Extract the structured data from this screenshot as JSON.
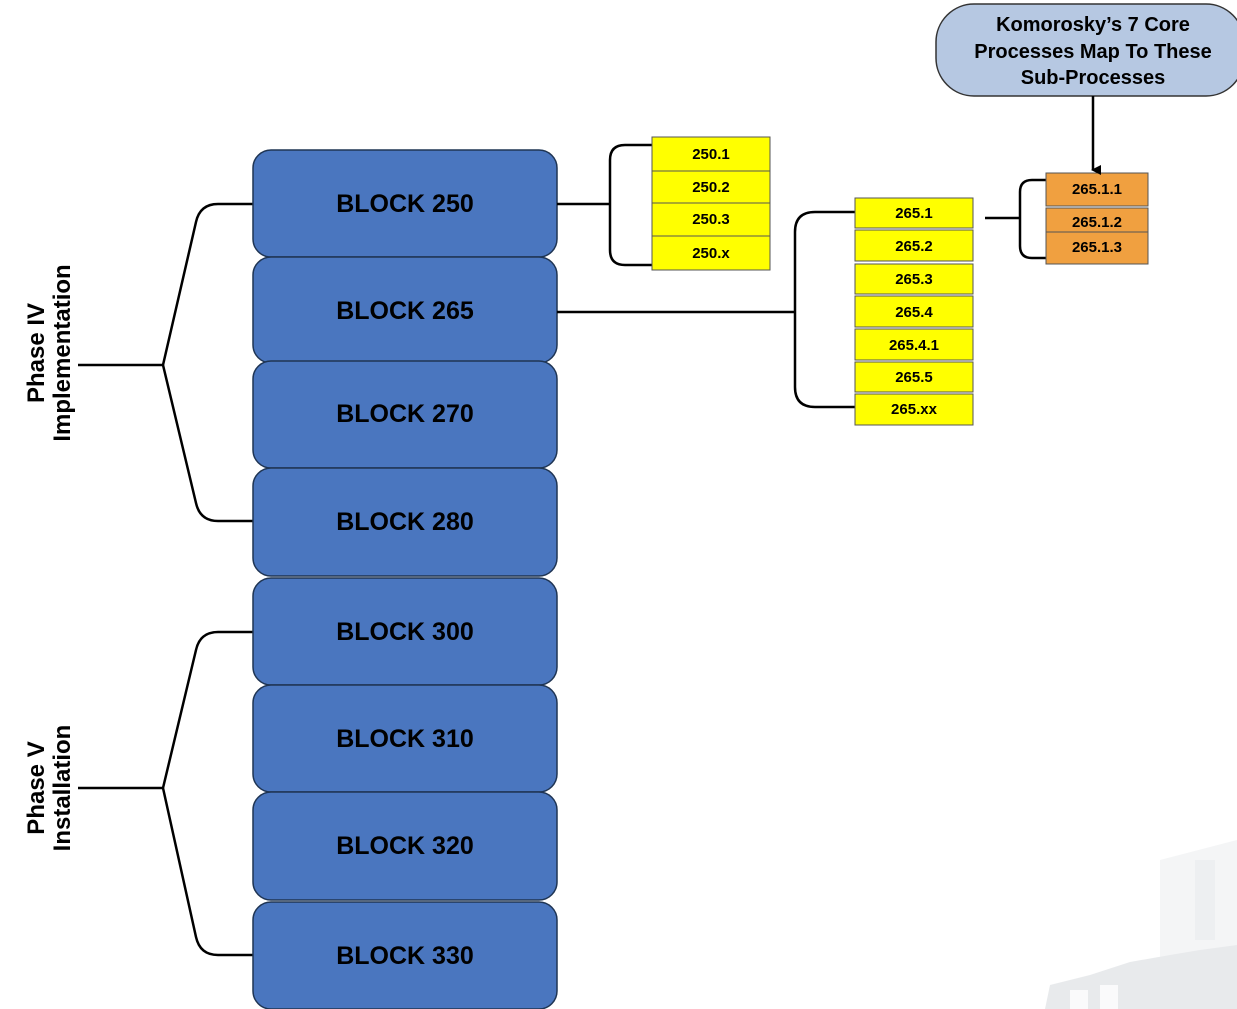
{
  "colors": {
    "block_fill": "#4a76bf",
    "block_stroke": "#1f3554",
    "sub_fill": "#ffff00",
    "core_fill": "#f0a040",
    "callout_fill": "#b6c8e2"
  },
  "phases": [
    {
      "line1": "Phase IV",
      "line2": "Implementation"
    },
    {
      "line1": "Phase V",
      "line2": "Installation"
    }
  ],
  "blocks": [
    "BLOCK 250",
    "BLOCK 265",
    "BLOCK 270",
    "BLOCK 280",
    "BLOCK 300",
    "BLOCK 310",
    "BLOCK 320",
    "BLOCK 330"
  ],
  "block250_subs": [
    "250.1",
    "250.2",
    "250.3",
    "250.x"
  ],
  "block265_subs": [
    "265.1",
    "265.2",
    "265.3",
    "265.4",
    "265.4.1",
    "265.5",
    "265.xx"
  ],
  "core_subs": [
    "265.1.1",
    "265.1.2",
    "265.1.3"
  ],
  "callout": {
    "line1": "Komorosky’s 7 Core",
    "line2": "Processes Map To These",
    "line3": "Sub-Processes"
  }
}
